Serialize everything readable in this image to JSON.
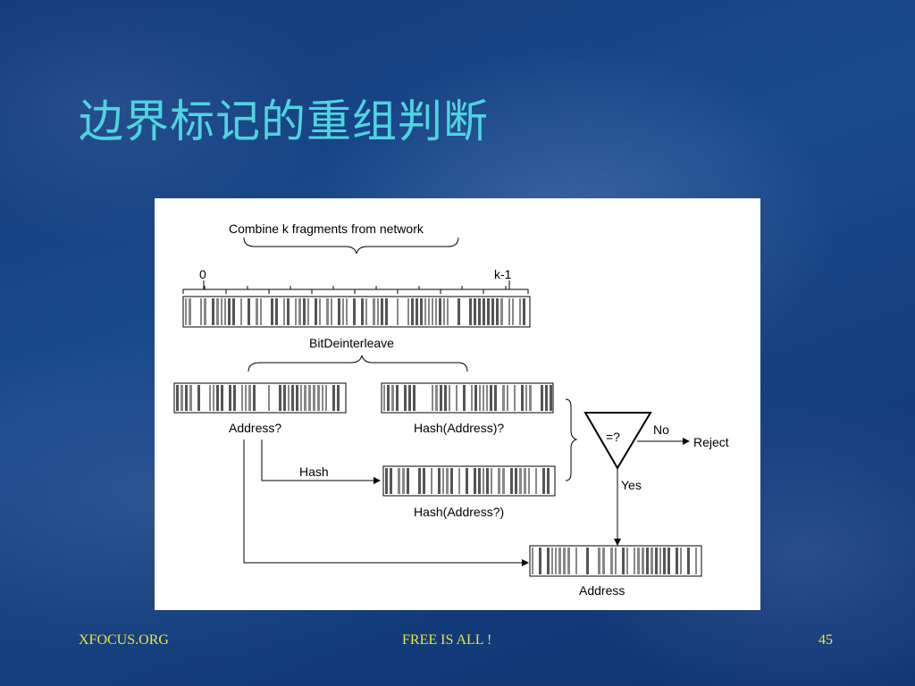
{
  "slide": {
    "title": "边界标记的重组判断",
    "footer_left": "XFOCUS.ORG",
    "footer_center": "FREE IS ALL !",
    "page_number": "45"
  },
  "figure": {
    "combine_label": "Combine k fragments from network",
    "index_start": "0",
    "index_end": "k-1",
    "deinterleave_label": "BitDeinterleave",
    "address_label": "Address?",
    "hash_address_label": "Hash(Address)?",
    "hash_arrow_label": "Hash",
    "hash_address_computed_label": "Hash(Address?)",
    "compare_symbol": "=?",
    "no_label": "No",
    "reject_label": "Reject",
    "yes_label": "Yes",
    "address_out_label": "Address"
  },
  "colors": {
    "title": "#4fd4e0",
    "footer": "#f0e040",
    "background": "#1a4a8c"
  }
}
